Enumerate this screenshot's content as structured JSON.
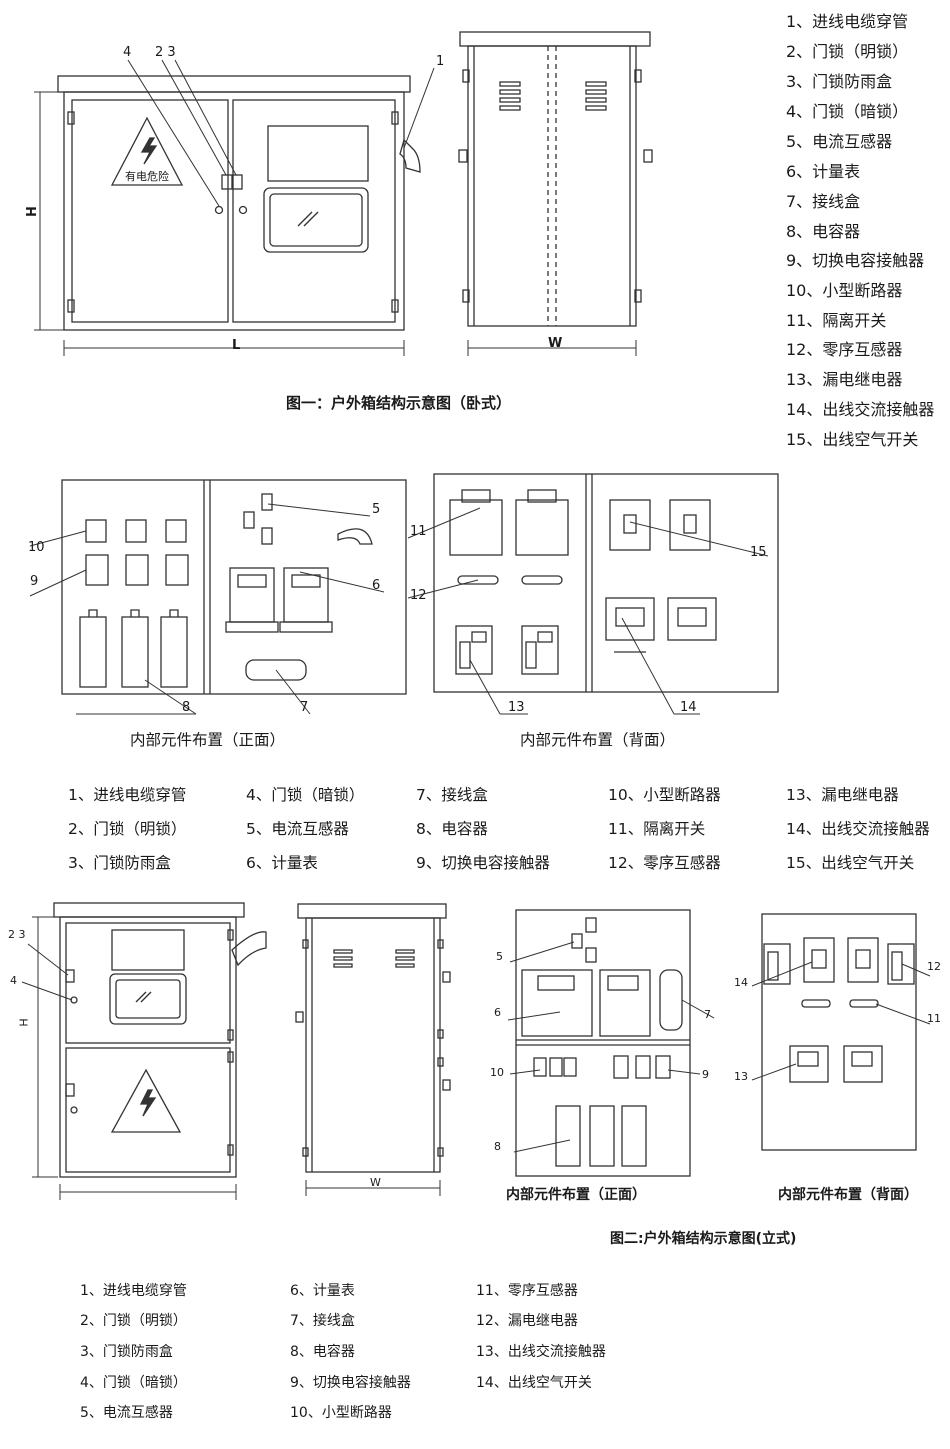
{
  "legend_top": [
    "1、进线电缆穿管",
    "2、门锁（明锁）",
    "3、门锁防雨盒",
    "4、门锁（暗锁）",
    "5、电流互感器",
    "6、计量表",
    "7、接线盒",
    "8、电容器",
    "9、切换电容接触器",
    "10、小型断路器",
    "11、隔离开关",
    "12、零序互感器",
    "13、漏电继电器",
    "14、出线交流接触器",
    "15、出线空气开关"
  ],
  "legend_mid": [
    "1、进线电缆穿管",
    "2、门锁（明锁）",
    "3、门锁防雨盒",
    "4、门锁（暗锁）",
    "5、电流互感器",
    "6、计量表",
    "7、接线盒",
    "8、电容器",
    "9、切换电容接触器",
    "10、小型断路器",
    "11、隔离开关",
    "12、零序互感器",
    "13、漏电继电器",
    "14、出线交流接触器",
    "15、出线空气开关"
  ],
  "legend_bottom": [
    "1、进线电缆穿管",
    "2、门锁（明锁）",
    "3、门锁防雨盒",
    "4、门锁（暗锁）",
    "5、电流互感器",
    "6、计量表",
    "7、接线盒",
    "8、电容器",
    "9、切换电容接触器",
    "10、小型断路器",
    "11、零序互感器",
    "12、漏电继电器",
    "13、出线交流接触器",
    "14、出线空气开关"
  ],
  "captions": {
    "fig1": "图一：户外箱结构示意图（卧式）",
    "front1": "内部元件布置（正面）",
    "back1": "内部元件布置（背面）",
    "front2": "内部元件布置（正面）",
    "back2": "内部元件布置（背面）",
    "fig2": "图二:户外箱结构示意图(立式)"
  },
  "dims": {
    "h1": "H",
    "l1": "L",
    "w1": "W",
    "h2": "H",
    "w2": "W"
  },
  "warning_text": "有电危险",
  "callouts": {
    "f1_1": "1",
    "f1_23": "2 3",
    "f1_4": "4",
    "p1_5": "5",
    "p1_6": "6",
    "p1_7": "7",
    "p1_8": "8",
    "p1_9": "9",
    "p1_10": "10",
    "p2_11": "11",
    "p2_12": "12",
    "p2_13": "13",
    "p2_14": "14",
    "p2_15": "15",
    "f2_23": "2 3",
    "f2_4": "4",
    "p3_5": "5",
    "p3_6": "6",
    "p3_7": "7",
    "p3_8": "8",
    "p3_9": "9",
    "p3_10": "10",
    "p4_11": "11",
    "p4_12": "12",
    "p4_13": "13",
    "p4_14": "14"
  }
}
